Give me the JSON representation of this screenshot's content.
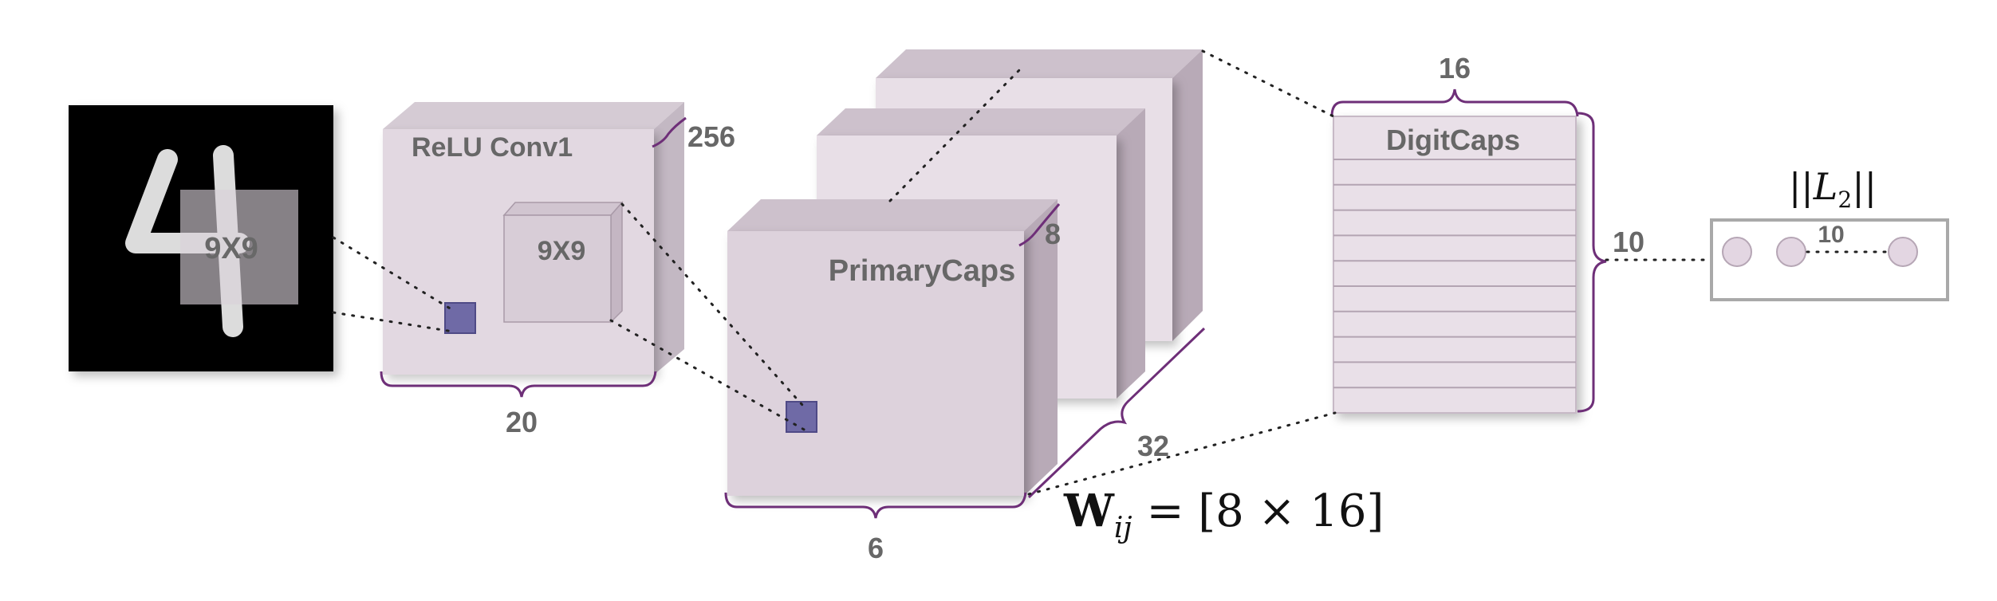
{
  "input_digit": {
    "patch_label": "9X9"
  },
  "conv1": {
    "title": "ReLU Conv1",
    "kernel_label": "9X9",
    "width_label": "20",
    "depth_label": "256"
  },
  "primary_caps": {
    "title": "PrimaryCaps",
    "width_label": "6",
    "depth_label": "8",
    "stack_label": "32"
  },
  "digit_caps": {
    "title": "DigitCaps",
    "width_label": "16",
    "height_label": "10"
  },
  "output": {
    "norm_label": "||L",
    "norm_sub": "2",
    "norm_close": "||",
    "count_label": "10"
  },
  "weights": {
    "symbol": "W",
    "subscript": "ij",
    "equation": "= [8 × 16]"
  },
  "colors": {
    "box_front": "#ddd2dc",
    "box_top": "#cbbec9",
    "box_side": "#b7a9b6",
    "caps_front": "#ebe2ea",
    "accent_square": "#6f6aa6",
    "brace": "#6e2f78"
  }
}
